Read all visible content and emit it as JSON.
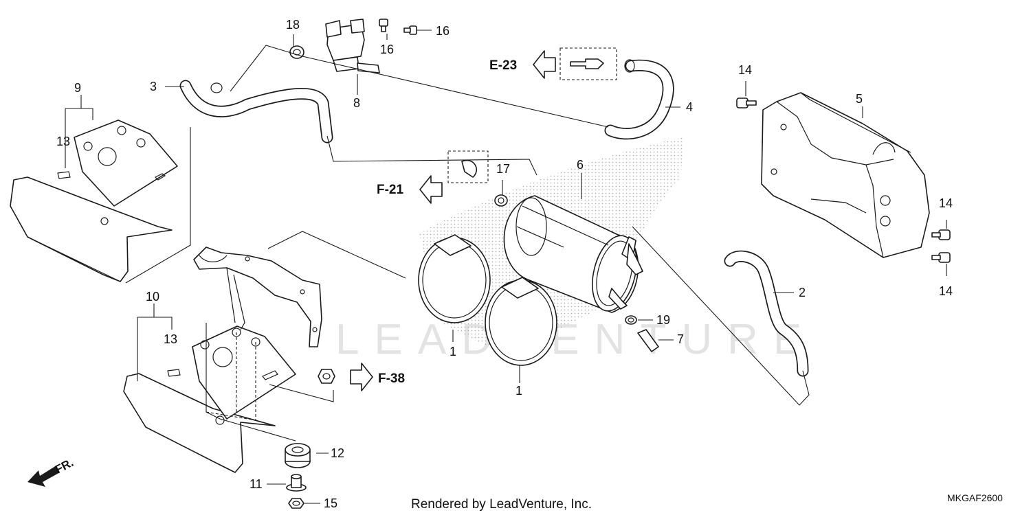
{
  "callouts": {
    "p1a": "1",
    "p1b": "1",
    "p2": "2",
    "p3": "3",
    "p4": "4",
    "p5": "5",
    "p6": "6",
    "p7": "7",
    "p8": "8",
    "p9": "9",
    "p10": "10",
    "p11": "11",
    "p12": "12",
    "p13a": "13",
    "p13b": "13",
    "p14a": "14",
    "p14b": "14",
    "p14c": "14",
    "p15": "15",
    "p16a": "16",
    "p16b": "16",
    "p17": "17",
    "p18": "18",
    "p19": "19"
  },
  "references": {
    "e23": "E-23",
    "f21": "F-21",
    "f38": "F-38"
  },
  "direction": {
    "front": "FR."
  },
  "watermark": "LEADVENTURE",
  "footer": {
    "rendered_by": "Rendered by LeadVenture, Inc.",
    "diagram_code": "MKGAF2600"
  }
}
